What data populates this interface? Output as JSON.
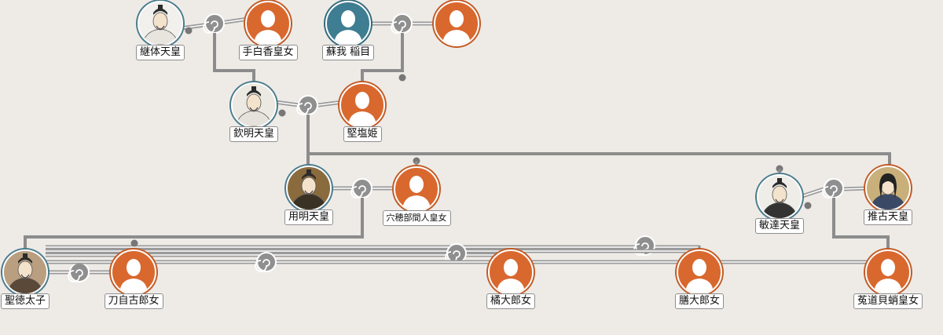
{
  "people": [
    {
      "id": "keitai",
      "name": "継体天皇",
      "kind": "portrait",
      "gender": "male"
    },
    {
      "id": "tashiraka",
      "name": "手白香皇女",
      "kind": "silhouette",
      "gender": "female"
    },
    {
      "id": "soga-iname",
      "name": "蘇我 稲目",
      "kind": "silhouette",
      "gender": "male"
    },
    {
      "id": "iname-wife",
      "name": "",
      "kind": "silhouette",
      "gender": "female"
    },
    {
      "id": "kinmei",
      "name": "欽明天皇",
      "kind": "portrait",
      "gender": "male"
    },
    {
      "id": "kitashihime",
      "name": "堅塩姫",
      "kind": "silhouette",
      "gender": "female"
    },
    {
      "id": "yomei",
      "name": "用明天皇",
      "kind": "portrait",
      "gender": "male"
    },
    {
      "id": "anahobe",
      "name": "穴穂部間人皇女",
      "kind": "silhouette",
      "gender": "female"
    },
    {
      "id": "bidatsu",
      "name": "敏達天皇",
      "kind": "portrait",
      "gender": "male"
    },
    {
      "id": "suiko",
      "name": "推古天皇",
      "kind": "portrait",
      "gender": "female"
    },
    {
      "id": "shotoku",
      "name": "聖徳太子",
      "kind": "portrait",
      "gender": "male"
    },
    {
      "id": "tojiko",
      "name": "刀自古郎女",
      "kind": "silhouette",
      "gender": "female"
    },
    {
      "id": "tachibana",
      "name": "橘大郎女",
      "kind": "silhouette",
      "gender": "female"
    },
    {
      "id": "kashiwade",
      "name": "膳大郎女",
      "kind": "silhouette",
      "gender": "female"
    },
    {
      "id": "uji-kaitako",
      "name": "菟道貝蛸皇女",
      "kind": "silhouette",
      "gender": "female"
    }
  ],
  "marriages": [
    {
      "a": "keitai",
      "b": "tashiraka"
    },
    {
      "a": "soga-iname",
      "b": "iname-wife"
    },
    {
      "a": "kinmei",
      "b": "kitashihime"
    },
    {
      "a": "yomei",
      "b": "anahobe"
    },
    {
      "a": "bidatsu",
      "b": "suiko"
    },
    {
      "a": "shotoku",
      "b": "tojiko"
    },
    {
      "a": "shotoku",
      "b": "kashiwade"
    },
    {
      "a": "shotoku",
      "b": "tachibana"
    },
    {
      "a": "shotoku",
      "b": "uji-kaitako"
    }
  ],
  "descent": [
    {
      "parents": [
        "keitai",
        "tashiraka"
      ],
      "child": "kinmei"
    },
    {
      "parents": [
        "soga-iname",
        "iname-wife"
      ],
      "child": "kitashihime"
    },
    {
      "parents": [
        "kinmei",
        "kitashihime"
      ],
      "child": "yomei"
    },
    {
      "parents": [
        "kinmei",
        "kitashihime"
      ],
      "child": "suiko"
    },
    {
      "parents": [
        "yomei",
        "anahobe"
      ],
      "child": "shotoku"
    },
    {
      "parents": [
        "bidatsu",
        "suiko"
      ],
      "child": "uji-kaitako"
    }
  ],
  "colors": {
    "background": "#eeebe7",
    "female": "#d9682e",
    "male": "#3e7d92",
    "line": "#8c8c8c"
  }
}
